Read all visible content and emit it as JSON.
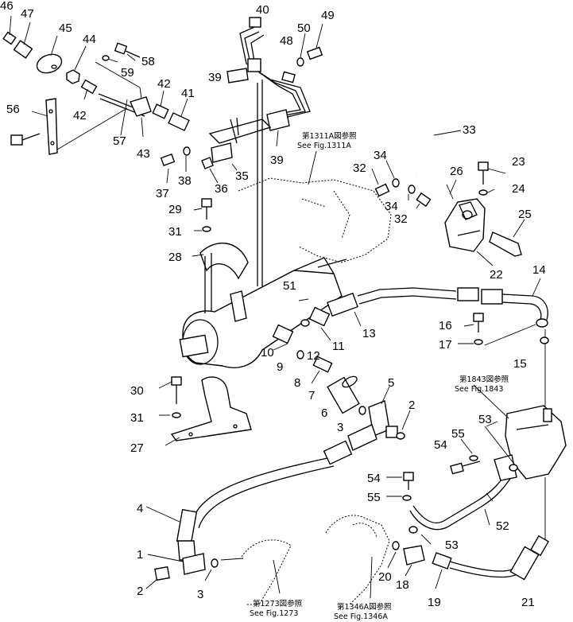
{
  "labels": [
    {
      "id": "46",
      "text": "46"
    },
    {
      "id": "47",
      "text": "47"
    },
    {
      "id": "45",
      "text": "45"
    },
    {
      "id": "44",
      "text": "44"
    },
    {
      "id": "58",
      "text": "58"
    },
    {
      "id": "59",
      "text": "59"
    },
    {
      "id": "42a",
      "text": "42"
    },
    {
      "id": "42b",
      "text": "42"
    },
    {
      "id": "41",
      "text": "41"
    },
    {
      "id": "56",
      "text": "56"
    },
    {
      "id": "57",
      "text": "57"
    },
    {
      "id": "43",
      "text": "43"
    },
    {
      "id": "40",
      "text": "40"
    },
    {
      "id": "48",
      "text": "48"
    },
    {
      "id": "50",
      "text": "50"
    },
    {
      "id": "49",
      "text": "49"
    },
    {
      "id": "39a",
      "text": "39"
    },
    {
      "id": "39b",
      "text": "39"
    },
    {
      "id": "37",
      "text": "37"
    },
    {
      "id": "38",
      "text": "38"
    },
    {
      "id": "36",
      "text": "36"
    },
    {
      "id": "35",
      "text": "35"
    },
    {
      "id": "33",
      "text": "33"
    },
    {
      "id": "32a",
      "text": "32"
    },
    {
      "id": "34a",
      "text": "34"
    },
    {
      "id": "34b",
      "text": "34"
    },
    {
      "id": "32b",
      "text": "32"
    },
    {
      "id": "26",
      "text": "26"
    },
    {
      "id": "23",
      "text": "23"
    },
    {
      "id": "24",
      "text": "24"
    },
    {
      "id": "25",
      "text": "25"
    },
    {
      "id": "22",
      "text": "22"
    },
    {
      "id": "29",
      "text": "29"
    },
    {
      "id": "31a",
      "text": "31"
    },
    {
      "id": "28",
      "text": "28"
    },
    {
      "id": "51",
      "text": "51"
    },
    {
      "id": "14",
      "text": "14"
    },
    {
      "id": "16",
      "text": "16"
    },
    {
      "id": "17",
      "text": "17"
    },
    {
      "id": "15",
      "text": "15"
    },
    {
      "id": "13",
      "text": "13"
    },
    {
      "id": "11",
      "text": "11"
    },
    {
      "id": "12",
      "text": "12"
    },
    {
      "id": "10",
      "text": "10"
    },
    {
      "id": "9",
      "text": "9"
    },
    {
      "id": "8",
      "text": "8"
    },
    {
      "id": "7",
      "text": "7"
    },
    {
      "id": "6",
      "text": "6"
    },
    {
      "id": "5",
      "text": "5"
    },
    {
      "id": "3a",
      "text": "3"
    },
    {
      "id": "2a",
      "text": "2"
    },
    {
      "id": "30",
      "text": "30"
    },
    {
      "id": "31b",
      "text": "31"
    },
    {
      "id": "27",
      "text": "27"
    },
    {
      "id": "4",
      "text": "4"
    },
    {
      "id": "1",
      "text": "1"
    },
    {
      "id": "2b",
      "text": "2"
    },
    {
      "id": "3b",
      "text": "3"
    },
    {
      "id": "54a",
      "text": "54"
    },
    {
      "id": "55a",
      "text": "55"
    },
    {
      "id": "53a",
      "text": "53"
    },
    {
      "id": "54b",
      "text": "54"
    },
    {
      "id": "55b",
      "text": "55"
    },
    {
      "id": "52",
      "text": "52"
    },
    {
      "id": "53b",
      "text": "53"
    },
    {
      "id": "20",
      "text": "20"
    },
    {
      "id": "18",
      "text": "18"
    },
    {
      "id": "19",
      "text": "19"
    },
    {
      "id": "21",
      "text": "21"
    }
  ],
  "refs": {
    "fig1311_jp": "第1311A図参照",
    "fig1311_en": "See Fig.1311A",
    "fig1843_jp": "第1843図参照",
    "fig1843_en": "See Fig.1843",
    "fig1273_jp": "第1273図参照",
    "fig1273_en": "See Fig.1273",
    "fig1346_jp": "第1346A図参照",
    "fig1346_en": "See Fig.1346A"
  }
}
